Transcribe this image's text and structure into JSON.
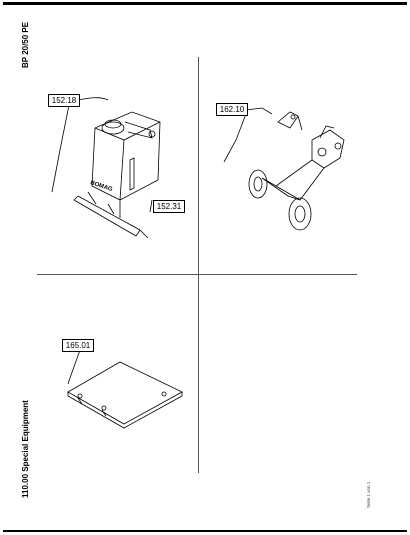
{
  "header": {
    "model": "BP 20/50 PE"
  },
  "footer": {
    "section": "110.00 Special Equipment",
    "page": "Seite 1 von 1"
  },
  "parts": [
    {
      "number": "152.18"
    },
    {
      "number": "152.31"
    },
    {
      "number": "162.10"
    },
    {
      "number": "165.01"
    }
  ],
  "tank_brand": "BOMAG"
}
